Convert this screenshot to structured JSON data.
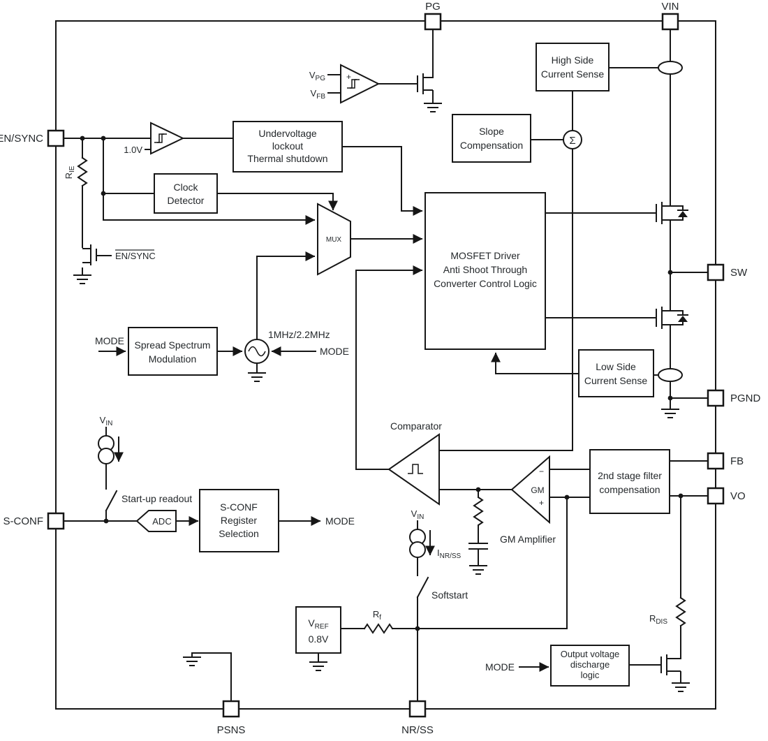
{
  "pins": {
    "pg": "PG",
    "vin": "VIN",
    "en_sync": "EN/SYNC",
    "sw": "SW",
    "pgnd": "PGND",
    "fb": "FB",
    "vo": "VO",
    "s_conf": "S-CONF",
    "psns": "PSNS",
    "nr_ss": "NR/SS"
  },
  "blocks": {
    "high_side_cs": [
      "High Side",
      "Current Sense"
    ],
    "slope_comp": [
      "Slope",
      "Compensation"
    ],
    "uvlo": [
      "Undervoltage",
      "lockout",
      "Thermal shutdown"
    ],
    "clock_detector": [
      "Clock",
      "Detector"
    ],
    "driver": [
      "MOSFET Driver",
      "Anti Shoot Through",
      "Converter Control Logic"
    ],
    "spread_spectrum": [
      "Spread Spectrum",
      "Modulation"
    ],
    "low_side_cs": [
      "Low Side",
      "Current Sense"
    ],
    "filter_comp": [
      "2nd stage filter",
      "compensation"
    ],
    "s_conf_reg": [
      "S-CONF",
      "Register",
      "Selection"
    ],
    "vref": {
      "name": {
        "m": "V",
        "s": "REF"
      },
      "value": "0.8V"
    },
    "discharge": [
      "Output voltage",
      "discharge",
      "logic"
    ]
  },
  "labels": {
    "mode": "MODE",
    "freq": "1MHz/2.2MHz",
    "comparator": "Comparator",
    "gm_amplifier": "GM Amplifier",
    "gm": "GM",
    "mux": "MUX",
    "adc": "ADC",
    "sigma": "Σ",
    "plus": "+",
    "minus": "−",
    "startup_readout": "Start-up readout",
    "softstart": "Softstart",
    "ref_1v": "1.0V",
    "en_sync_n": "EN/SYNC",
    "vpg": {
      "m": "V",
      "s": "PG"
    },
    "vfb": {
      "m": "V",
      "s": "FB"
    },
    "vin": {
      "m": "V",
      "s": "IN"
    },
    "inrss": {
      "m": "I",
      "s": "NR/SS"
    },
    "rf": {
      "m": "R",
      "s": "f"
    },
    "rdis": {
      "m": "R",
      "s": "DIS"
    },
    "rie": {
      "m": "R",
      "s": "IE"
    }
  },
  "colors": {
    "line": "#161616",
    "text": "#24282b",
    "background": "#ffffff"
  }
}
